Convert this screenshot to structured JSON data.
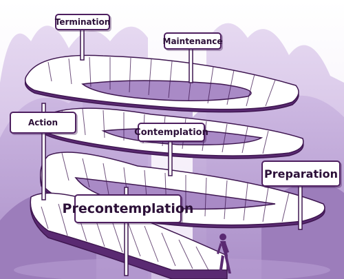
{
  "diagram": {
    "stages": {
      "termination": "Termination",
      "maintenance": "Maintenance",
      "action": "Action",
      "contemplation": "Contemplation",
      "preparation": "Preparation",
      "precontemplation": "Precontemplation"
    }
  },
  "colors": {
    "background": "#ffffff",
    "hill_light": "#d9c8e8",
    "hill_mid": "#bda4d6",
    "hill_dark": "#9c7dbb",
    "ramp_top": "#ffffff",
    "ramp_side": "#5a2a72",
    "outline": "#3e1650",
    "person": "#5a2a72"
  }
}
